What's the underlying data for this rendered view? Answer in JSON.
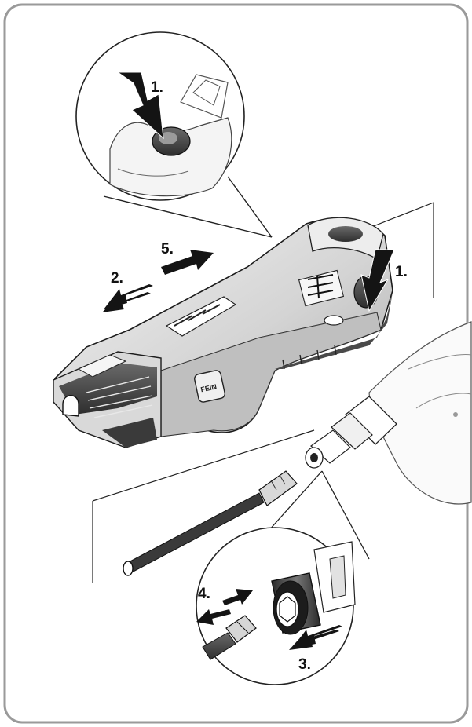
{
  "figure": {
    "steps": [
      {
        "id": "step-1-detail",
        "label": "1."
      },
      {
        "id": "step-1-main",
        "label": "1."
      },
      {
        "id": "step-2",
        "label": "2."
      },
      {
        "id": "step-3",
        "label": "3."
      },
      {
        "id": "step-4",
        "label": "4."
      },
      {
        "id": "step-5",
        "label": "5."
      }
    ],
    "logo_text": "FEIN"
  },
  "colors": {
    "frame": "#9a9a9a",
    "ink": "#111111",
    "arrow": "#141414",
    "body_light": "#e6e6e6",
    "body_mid": "#bdbdbd",
    "body_dark": "#4a4a4a"
  }
}
